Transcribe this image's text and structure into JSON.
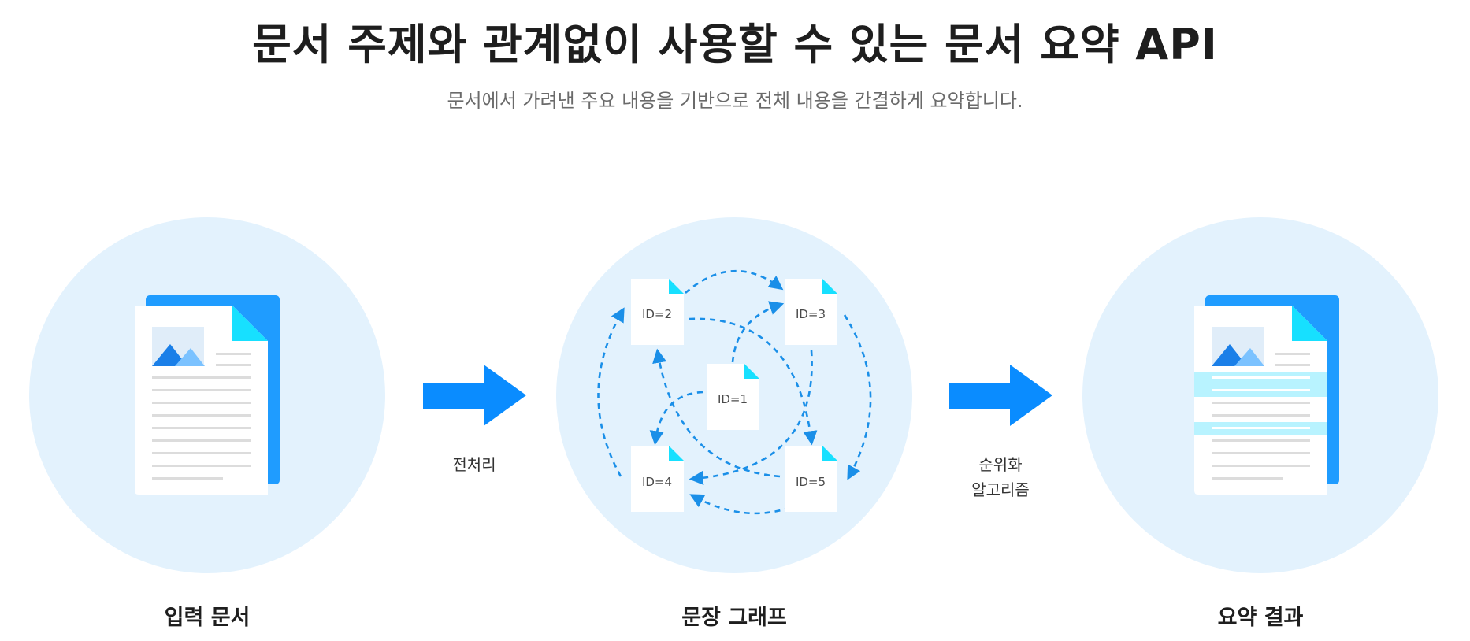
{
  "header": {
    "title": "문서 주제와 관계없이 사용할 수 있는 문서 요약 API",
    "subtitle": "문서에서 가려낸 주요 내용을 기반으로 전체 내용을 간결하게 요약합니다."
  },
  "stages": [
    {
      "label": "입력 문서"
    },
    {
      "label": "문장 그래프"
    },
    {
      "label": "요약 결과"
    }
  ],
  "arrows": [
    {
      "lines": [
        "전처리"
      ]
    },
    {
      "lines": [
        "순위화",
        "알고리즘"
      ]
    }
  ],
  "graph": {
    "nodes": [
      {
        "label": "ID=1"
      },
      {
        "label": "ID=2"
      },
      {
        "label": "ID=3"
      },
      {
        "label": "ID=4"
      },
      {
        "label": "ID=5"
      }
    ]
  },
  "colors": {
    "circle": "#e3f2fd",
    "arrow": "#0a8cff",
    "doc_back": "#1f9cff",
    "doc_corner": "#17e0ff",
    "highlight": "#b8f3ff",
    "dashed": "#1a8fe8"
  }
}
